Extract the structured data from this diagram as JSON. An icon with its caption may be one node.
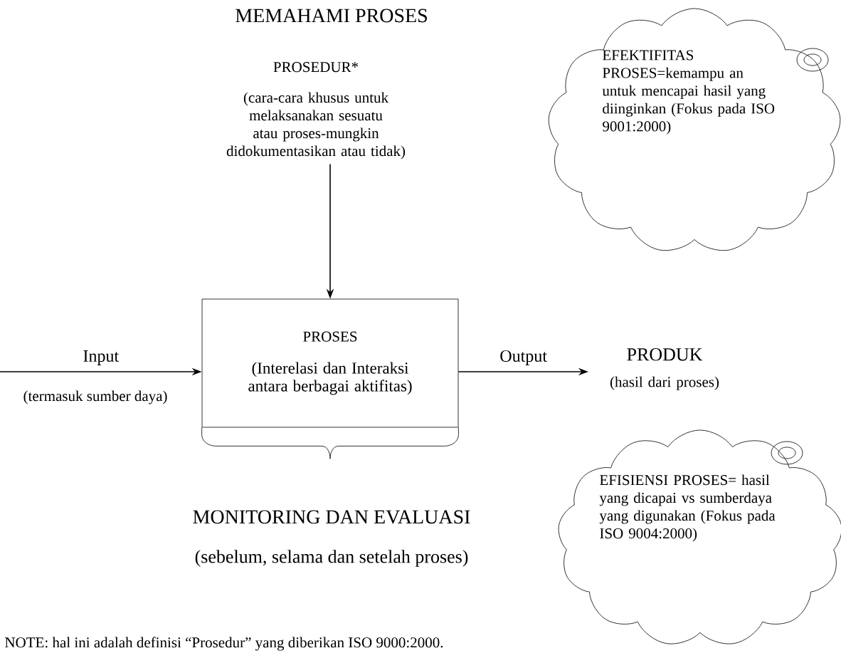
{
  "diagram": {
    "title": "MEMAHAMI PROSES",
    "nodes": [
      {
        "text": [
          "PROSEDUR*",
          "(cara-cara khusus untuk melaksanakan sesuatu atau proses-mungkin didokumentasikan atau tidak)"
        ]
      },
      {
        "text": [
          "PROSES",
          "(Interelasi dan Interaksi antara berbagai aktifitas)"
        ]
      },
      {
        "text": [
          "PRODUK",
          "(hasil dari proses)"
        ]
      },
      {
        "text": [
          "EFEKTIFITAS PROSES=kemampu an untuk mencapai hasil yang diinginkan (Fokus pada ISO 9001:2000)"
        ]
      },
      {
        "text": [
          "EFISIENSI PROSES= hasil yang dicapai vs sumberdaya yang digunakan (Fokus pada ISO 9004:2000)"
        ]
      }
    ],
    "edges": [
      {
        "from": 0,
        "to": 1,
        "arrow": "to"
      },
      {
        "from": null,
        "to": 1,
        "arrow": "to",
        "label": "Input"
      },
      {
        "from": 1,
        "to": 2,
        "arrow": "to",
        "label": "Output"
      }
    ],
    "labels": [
      "(termasuk sumber daya)",
      "MONITORING DAN EVALUASI",
      "(sebelum, selama dan setelah proses)",
      "NOTE: hal ini adalah definisi “Prosedur” yang diberikan ISO 9000:2000."
    ]
  }
}
